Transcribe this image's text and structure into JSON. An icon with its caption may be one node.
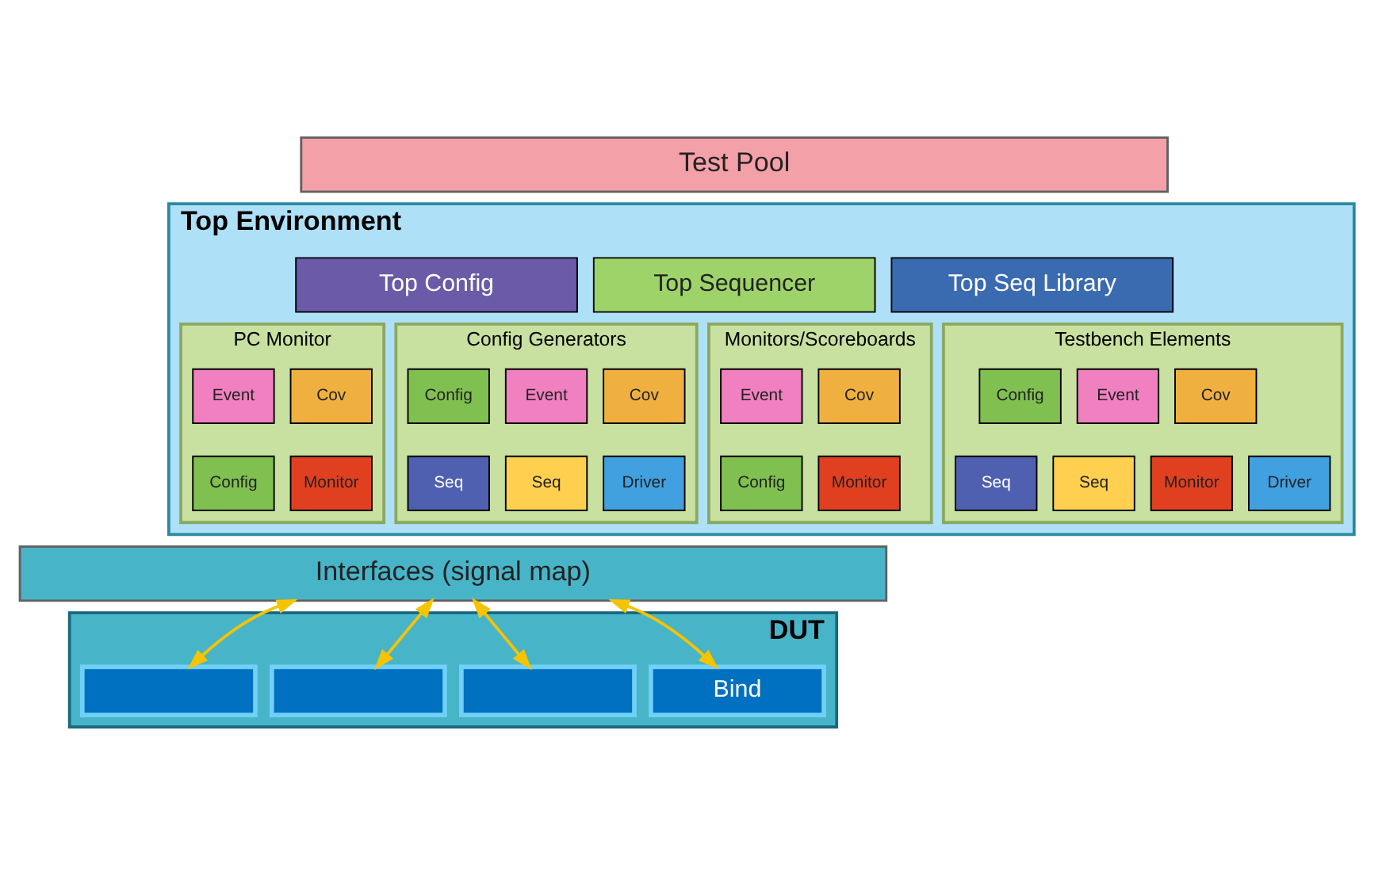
{
  "diagram": {
    "nodes": [
      {
        "text": [
          "Test Pool"
        ]
      },
      {
        "text": [
          "Top Environment"
        ]
      },
      {
        "text": [
          "Top Config"
        ],
        "in": 1
      },
      {
        "text": [
          "Top Sequencer"
        ],
        "in": 1
      },
      {
        "text": [
          "Top Seq Library"
        ],
        "in": 1
      },
      {
        "text": [
          "PC Monitor"
        ],
        "in": 1
      },
      {
        "text": [
          "Event"
        ],
        "in": 5
      },
      {
        "text": [
          "Cov"
        ],
        "in": 5
      },
      {
        "text": [
          "Config"
        ],
        "in": 5
      },
      {
        "text": [
          "Monitor"
        ],
        "in": 5
      },
      {
        "text": [
          "Config Generators"
        ],
        "in": 1
      },
      {
        "text": [
          "Config"
        ],
        "in": 10
      },
      {
        "text": [
          "Event"
        ],
        "in": 10
      },
      {
        "text": [
          "Cov"
        ],
        "in": 10
      },
      {
        "text": [
          "Seq"
        ],
        "in": 10
      },
      {
        "text": [
          "Seq"
        ],
        "in": 10
      },
      {
        "text": [
          "Driver"
        ],
        "in": 10
      },
      {
        "text": [
          "Monitors/Scoreboards"
        ],
        "in": 1
      },
      {
        "text": [
          "Event"
        ],
        "in": 17
      },
      {
        "text": [
          "Cov"
        ],
        "in": 17
      },
      {
        "text": [
          "Config"
        ],
        "in": 17
      },
      {
        "text": [
          "Monitor"
        ],
        "in": 17
      },
      {
        "text": [
          "Testbench Elements"
        ],
        "in": 1
      },
      {
        "text": [
          "Config"
        ],
        "in": 22
      },
      {
        "text": [
          "Event"
        ],
        "in": 22
      },
      {
        "text": [
          "Cov"
        ],
        "in": 22
      },
      {
        "text": [
          "Seq"
        ],
        "in": 22
      },
      {
        "text": [
          "Seq"
        ],
        "in": 22
      },
      {
        "text": [
          "Monitor"
        ],
        "in": 22
      },
      {
        "text": [
          "Driver"
        ],
        "in": 22
      },
      {
        "text": [
          "Interfaces (signal map)"
        ]
      },
      {
        "text": [
          "DUT"
        ]
      },
      {
        "text": [],
        "shape": "box",
        "in": 31
      },
      {
        "text": [],
        "shape": "box",
        "in": 31
      },
      {
        "text": [],
        "shape": "box",
        "in": 31
      },
      {
        "text": [
          "Bind"
        ],
        "in": 31
      }
    ],
    "edges": [
      {
        "from": 30,
        "to": 32,
        "arrow": "both"
      },
      {
        "from": 30,
        "to": 33,
        "arrow": "both"
      },
      {
        "from": 30,
        "to": 34,
        "arrow": "both"
      },
      {
        "from": 30,
        "to": 35,
        "arrow": "both"
      }
    ]
  }
}
